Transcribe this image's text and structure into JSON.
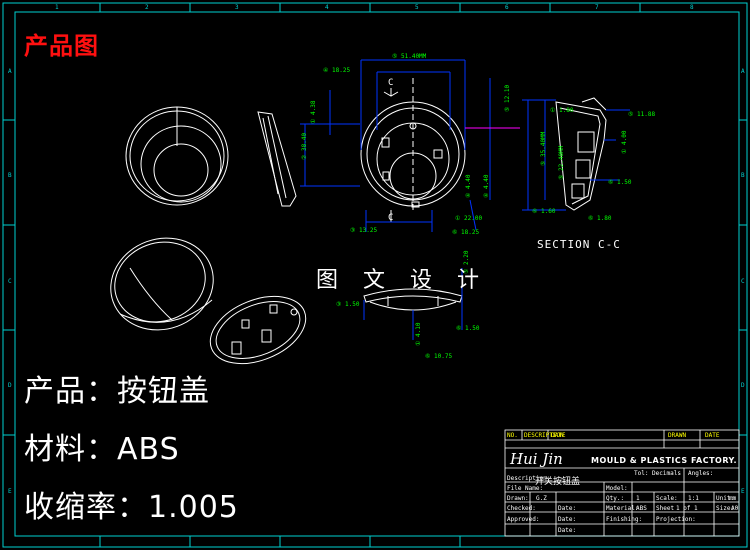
{
  "header": {
    "title": "产品图"
  },
  "specs": {
    "product": "产品：按钮盖",
    "material": "材料：ABS",
    "shrink": "收缩率：1.005"
  },
  "watermark": "图 文 设 计",
  "section_label": "SECTION  C-C",
  "cut_marks": {
    "top": "C",
    "bottom": "C"
  },
  "border_letters": {
    "top": [
      "1",
      "2",
      "3",
      "4",
      "5",
      "6",
      "7",
      "8"
    ],
    "left": [
      "A",
      "B",
      "C",
      "D",
      "E"
    ],
    "right": [
      "A",
      "B",
      "C",
      "D",
      "E"
    ]
  },
  "title_block": {
    "rev_headers": [
      "NO.",
      "DESCRIPTION",
      "DATE",
      "DRAWN",
      "DATE"
    ],
    "company": "Hui Jin",
    "company_sub": "MOULD & PLASTICS FACTORY.",
    "description_label": "Description:",
    "description_value": "开关按钮盖",
    "file_name_label": "File Name:",
    "drawn_label": "Drawn:",
    "drawn_value": "G.Z",
    "checked_label": "Checked:",
    "approved_label": "Approved:",
    "date_label": "Date:",
    "model_label": "Model:",
    "material_label": "Material:",
    "material_value": "ABS",
    "finishing_label": "Finishing:",
    "qty_label": "Qty.:",
    "qty_value": "1",
    "scale_label": "Scale:",
    "scale_value": "1:1",
    "sheet_label": "Sheet",
    "sheet_value": "1 of 1",
    "projection_label": "Projection:",
    "units_label": "Unit:",
    "units_value": "mm",
    "size_label": "Size:",
    "size_value": "A0",
    "tol_label": "Tol: Decimals",
    "angles_label": "Angles:"
  },
  "colors": {
    "background": "#000000",
    "border": "#00cfcf",
    "lines": "#ffffff",
    "dimensions": "#0033ff",
    "dim_text": "#00ff00",
    "title_red": "#ff1010"
  }
}
